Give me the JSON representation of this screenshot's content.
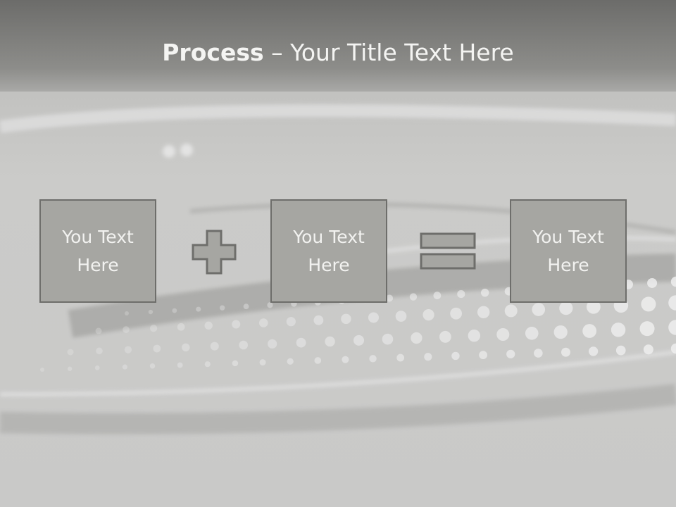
{
  "slide": {
    "title_bold": "Process",
    "title_rest": " – Your Title Text Here"
  },
  "boxes": [
    {
      "label": "You Text Here"
    },
    {
      "label": "You Text Here"
    },
    {
      "label": "You Text Here"
    }
  ],
  "operators": [
    "plus-icon",
    "equals-icon"
  ],
  "colors": {
    "header": "#7a7a78",
    "box_fill": "#a6a6a2",
    "box_border": "#6e6e6b",
    "operator_fill": "#a6a6a2",
    "text": "#f2f2f0"
  }
}
